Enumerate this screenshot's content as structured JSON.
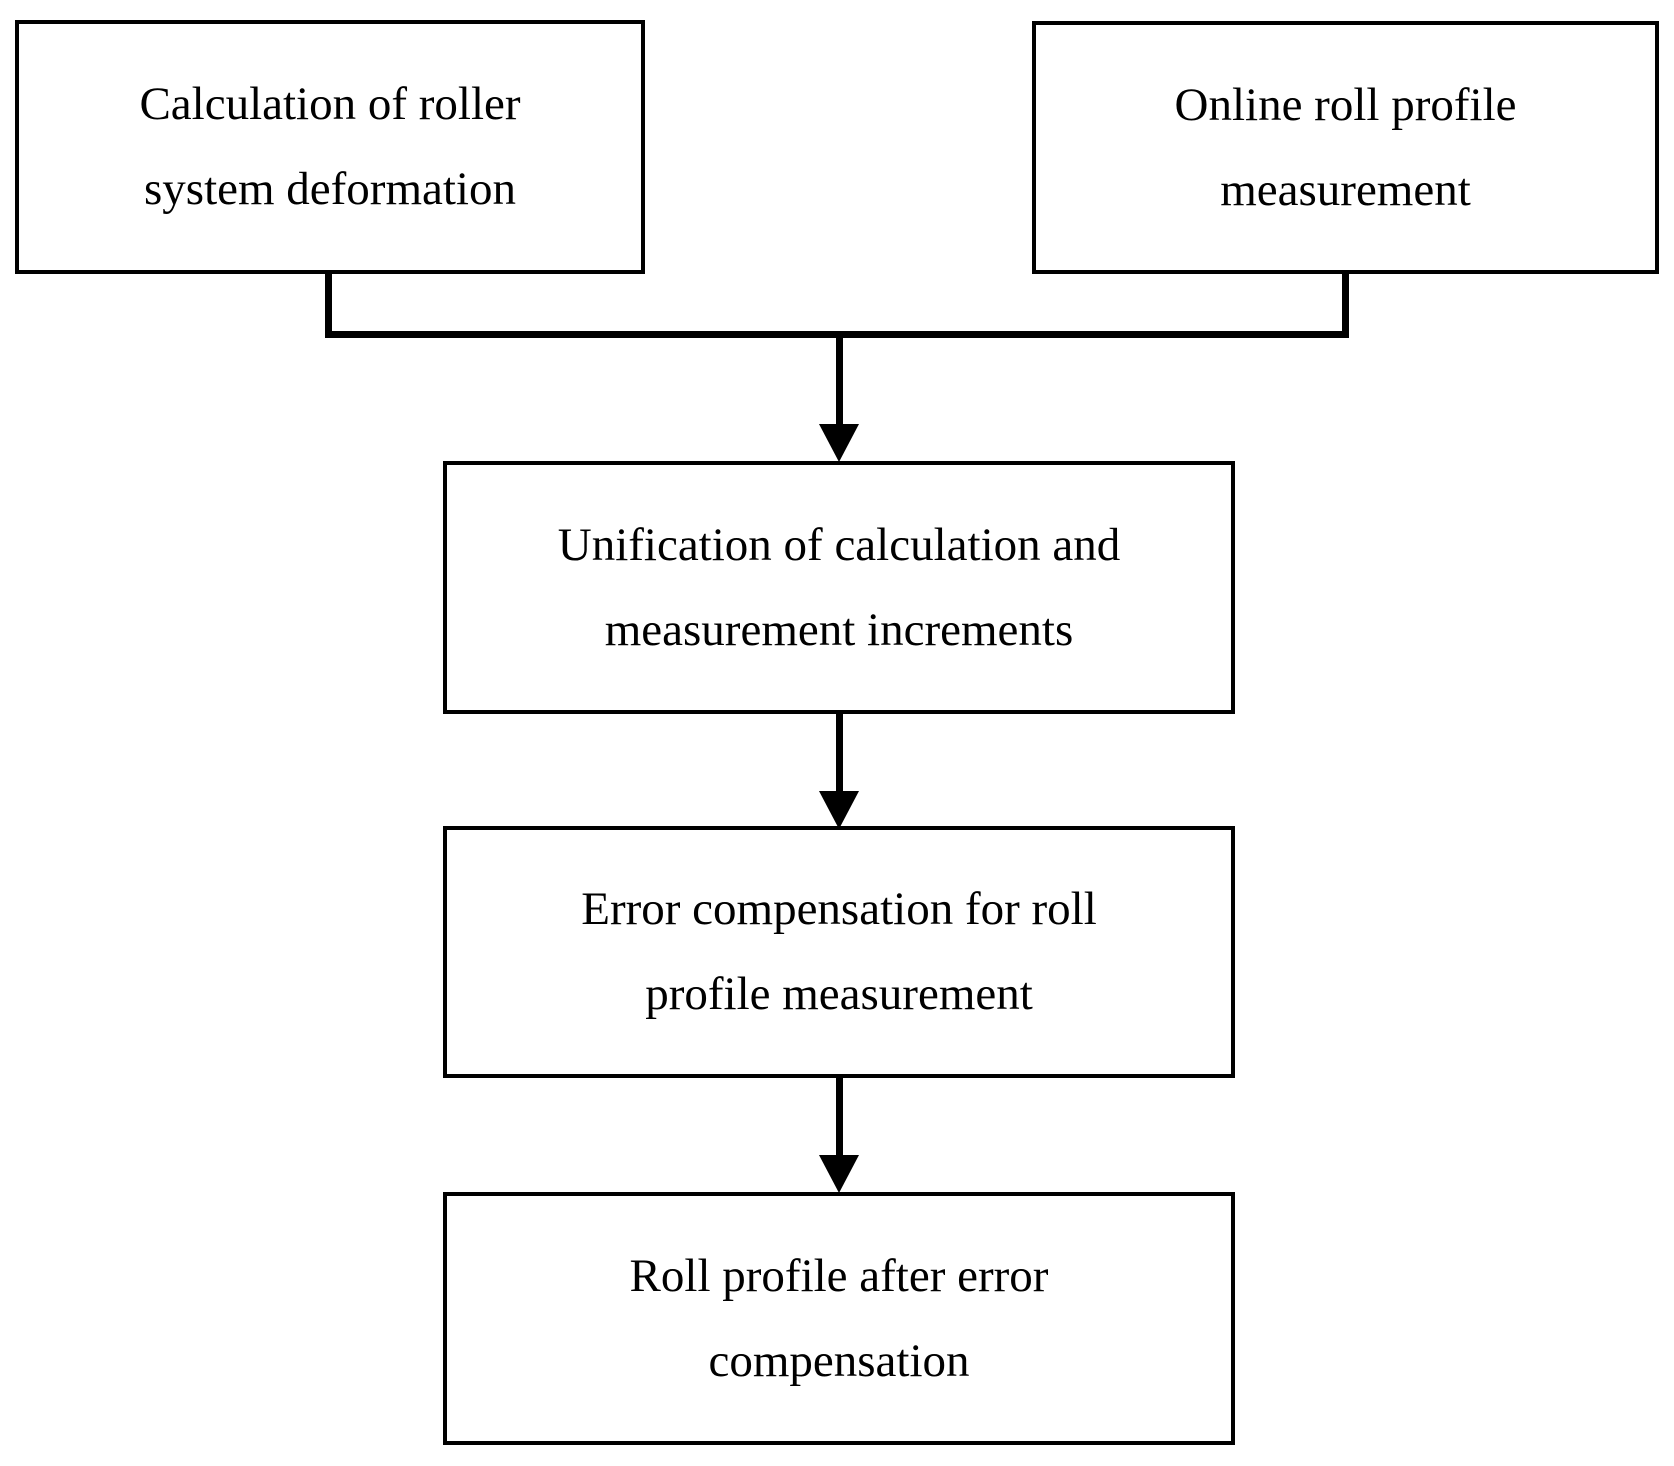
{
  "colors": {
    "line": "#000000",
    "background": "#ffffff"
  },
  "diagram": {
    "type": "flowchart",
    "nodes": [
      {
        "id": "roller-deformation",
        "lines": [
          "Calculation of roller",
          "system deformation"
        ]
      },
      {
        "id": "online-measurement",
        "lines": [
          "Online roll profile",
          "measurement"
        ]
      },
      {
        "id": "unification",
        "lines": [
          "Unification of calculation and",
          "measurement increments"
        ]
      },
      {
        "id": "error-compensation",
        "lines": [
          "Error compensation for roll",
          "profile measurement"
        ]
      },
      {
        "id": "compensated-profile",
        "lines": [
          "Roll profile after error",
          "compensation"
        ]
      }
    ],
    "edges": [
      {
        "from": "roller-deformation",
        "to": "unification"
      },
      {
        "from": "online-measurement",
        "to": "unification"
      },
      {
        "from": "unification",
        "to": "error-compensation"
      },
      {
        "from": "error-compensation",
        "to": "compensated-profile"
      }
    ]
  }
}
